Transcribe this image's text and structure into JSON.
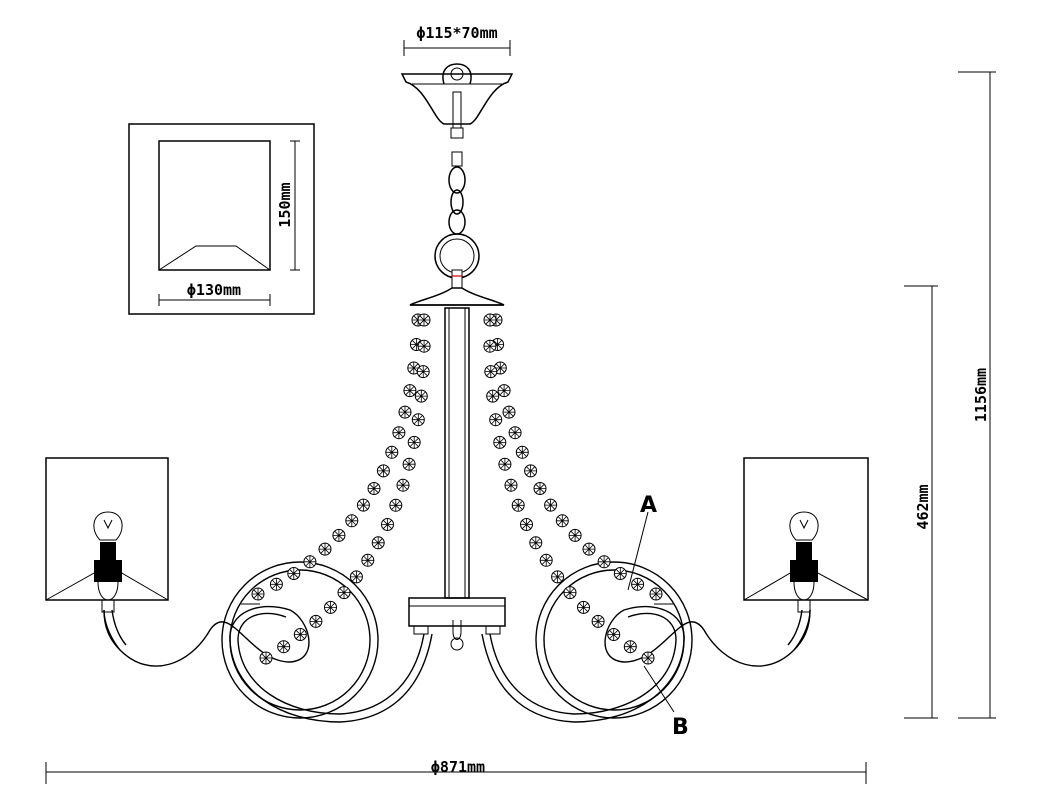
{
  "dimensions": {
    "canopy": "ϕ115*70mm",
    "shade_height": "150mm",
    "shade_diameter": "ϕ130mm",
    "total_height": "1156mm",
    "body_height": "462mm",
    "overall_diameter": "ϕ871mm"
  },
  "callouts": {
    "a": "A",
    "b": "B"
  }
}
